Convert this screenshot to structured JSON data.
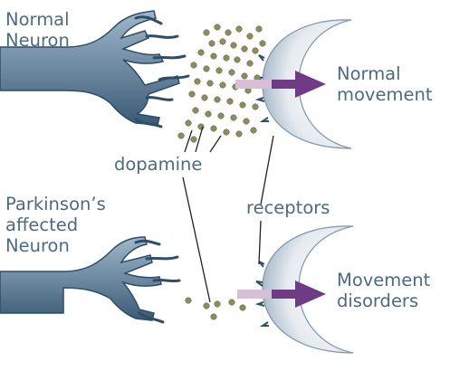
{
  "labels": {
    "normal_neuron": [
      "Normal",
      "Neuron"
    ],
    "normal_movement": [
      "Normal",
      "movement"
    ],
    "dopamine": "dopamine",
    "affected_neuron": [
      "Parkinson’s",
      "affected",
      "Neuron"
    ],
    "receptors": "receptors",
    "movement_disorders": [
      "Movement",
      "disorders"
    ]
  },
  "colors": {
    "text": "#4d6a80",
    "neuron_fill": "#7f9aaf",
    "neuron_dark": "#2f4d66",
    "receptor_fill": "#dce3ea",
    "dopamine_dot": "#8c8c62",
    "arrow_tail": "#d8bfd8",
    "arrow_head": "#6f3b84",
    "leader_line": "#222222"
  }
}
